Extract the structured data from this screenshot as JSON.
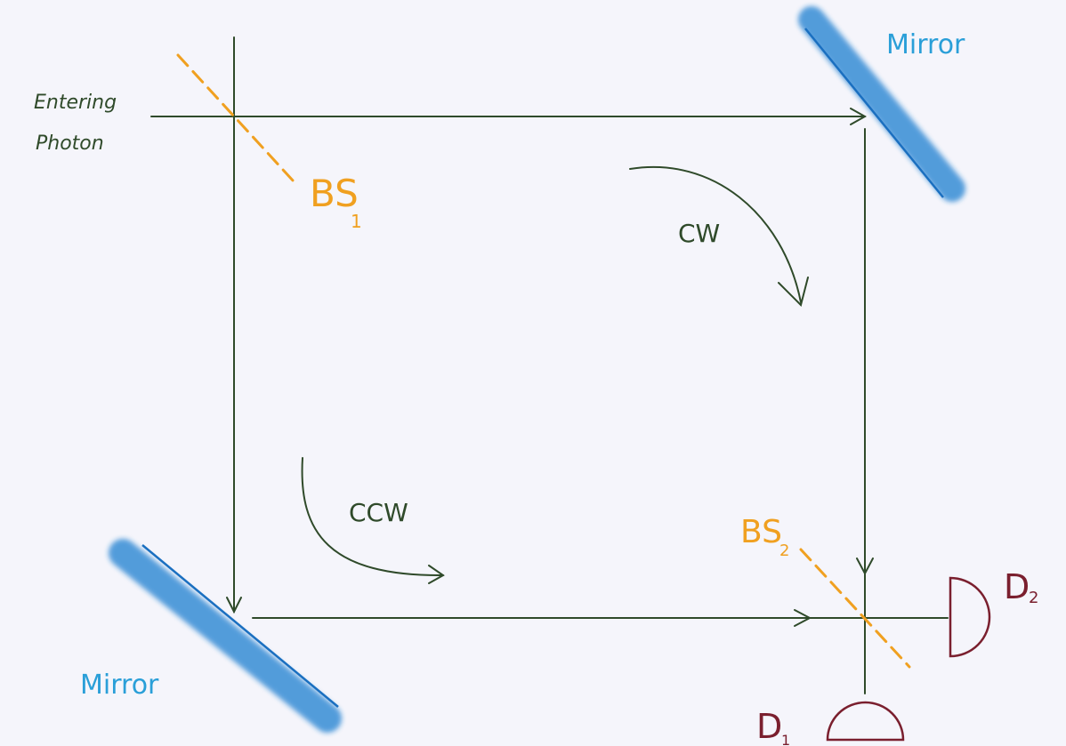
{
  "labels": {
    "entering_line1": "Entering",
    "entering_line2": "Photon",
    "bs1_main": "BS",
    "bs1_sub": "1",
    "bs2_main": "BS",
    "bs2_sub": "2",
    "mirror_top": "Mirror",
    "mirror_bottom": "Mirror",
    "cw": "CW",
    "ccw": "CCW",
    "d1_main": "D",
    "d1_sub": "1",
    "d2_main": "D",
    "d2_sub": "2"
  },
  "colors": {
    "path": "#2f4a2a",
    "beam_splitter": "#f0a020",
    "mirror": "#1f7fd0",
    "mirror_label": "#2a9fd8",
    "detector": "#7a1f2e",
    "text_dark": "#2f4a2a"
  }
}
